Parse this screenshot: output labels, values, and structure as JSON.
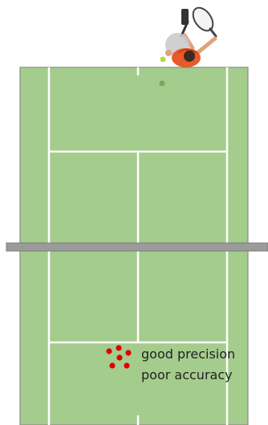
{
  "colors": {
    "court_fill": "#a4cc8c",
    "court_line": "#ffffff",
    "court_border": "#8a8a8a",
    "net": "#9b9b9b",
    "shot_dots": "#dd0000",
    "ball": "#b8d94a",
    "player_shirt": "#e85a2a"
  },
  "annotation": {
    "line1": "good precision",
    "line2": "poor accuracy"
  },
  "icons": {
    "player": "tennis-player-top-view-icon",
    "ball": "tennis-ball-icon"
  },
  "shot_count": 6
}
